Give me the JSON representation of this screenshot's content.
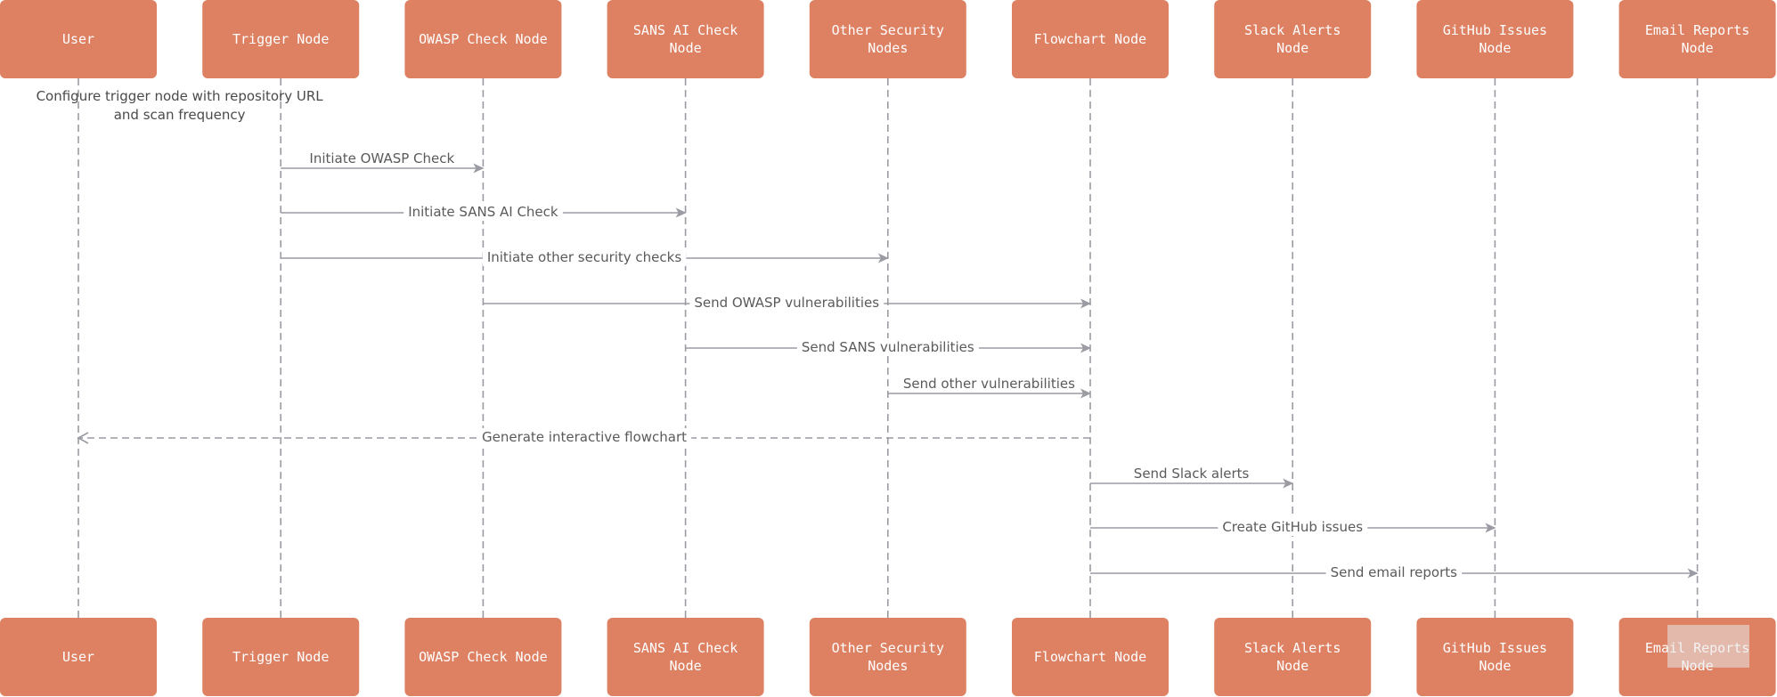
{
  "colors": {
    "actor_fill": "#de8163",
    "actor_text": "#ffffff",
    "line": "#9a9ba3",
    "label_text": "#5a5a5a"
  },
  "participants": [
    {
      "id": "user",
      "lines": [
        "User"
      ]
    },
    {
      "id": "trigger",
      "lines": [
        "Trigger Node"
      ]
    },
    {
      "id": "owasp",
      "lines": [
        "OWASP Check Node"
      ]
    },
    {
      "id": "sans",
      "lines": [
        "SANS AI Check",
        "Node"
      ]
    },
    {
      "id": "other",
      "lines": [
        "Other Security",
        "Nodes"
      ]
    },
    {
      "id": "flowchart",
      "lines": [
        "Flowchart Node"
      ]
    },
    {
      "id": "slack",
      "lines": [
        "Slack Alerts",
        "Node"
      ]
    },
    {
      "id": "github",
      "lines": [
        "GitHub Issues",
        "Node"
      ]
    },
    {
      "id": "email",
      "lines": [
        "Email Reports",
        "Node"
      ]
    }
  ],
  "note": {
    "over": [
      "user",
      "trigger"
    ],
    "lines": [
      "Configure trigger node with repository URL",
      "and scan frequency"
    ]
  },
  "messages": [
    {
      "from": "trigger",
      "to": "owasp",
      "label": "Initiate OWASP Check",
      "style": "solid"
    },
    {
      "from": "trigger",
      "to": "sans",
      "label": "Initiate SANS AI Check",
      "style": "solid"
    },
    {
      "from": "trigger",
      "to": "other",
      "label": "Initiate other security checks",
      "style": "solid"
    },
    {
      "from": "owasp",
      "to": "flowchart",
      "label": "Send OWASP vulnerabilities",
      "style": "solid"
    },
    {
      "from": "sans",
      "to": "flowchart",
      "label": "Send SANS vulnerabilities",
      "style": "solid"
    },
    {
      "from": "other",
      "to": "flowchart",
      "label": "Send other vulnerabilities",
      "style": "solid"
    },
    {
      "from": "flowchart",
      "to": "user",
      "label": "Generate interactive flowchart",
      "style": "dashed"
    },
    {
      "from": "flowchart",
      "to": "slack",
      "label": "Send Slack alerts",
      "style": "solid"
    },
    {
      "from": "flowchart",
      "to": "github",
      "label": "Create GitHub issues",
      "style": "solid"
    },
    {
      "from": "flowchart",
      "to": "email",
      "label": "Send email reports",
      "style": "solid"
    }
  ]
}
